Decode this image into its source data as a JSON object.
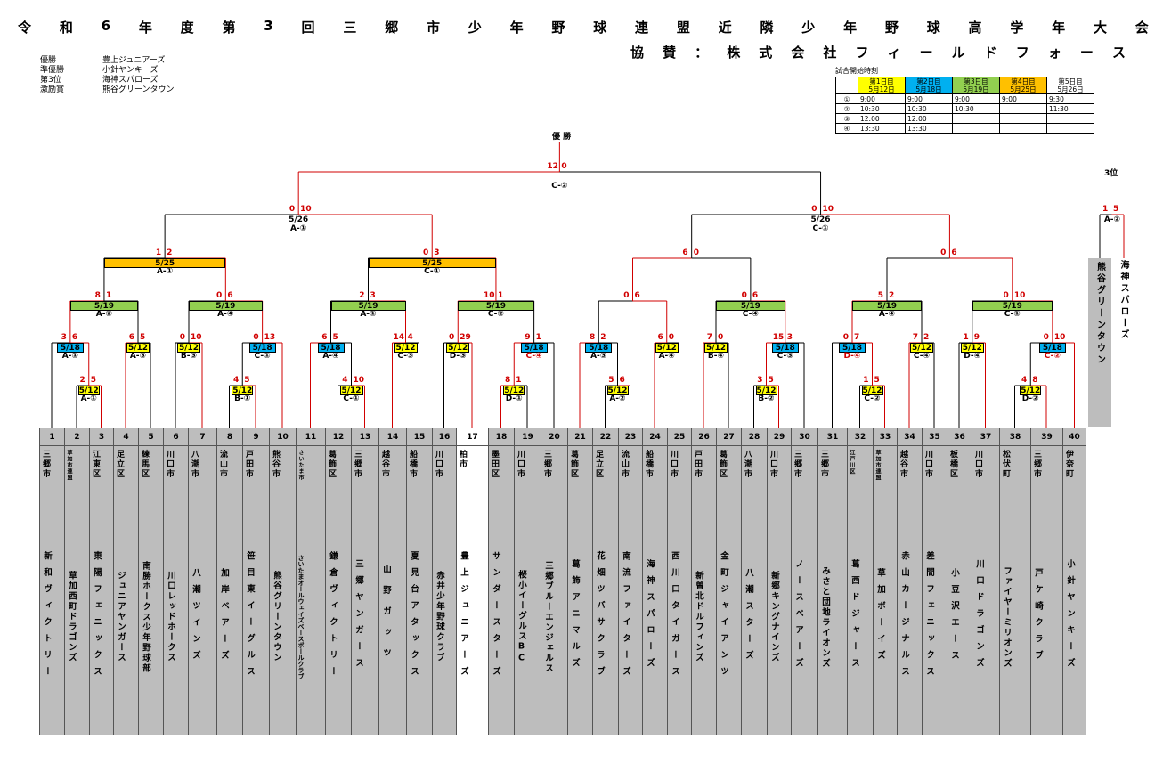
{
  "title": [
    "令",
    "和",
    "6",
    "年",
    "度",
    "第",
    "3",
    "回",
    "三",
    "郷",
    "市",
    "少",
    "年",
    "野",
    "球",
    "連",
    "盟",
    "近",
    "隣",
    "少",
    "年",
    "野",
    "球",
    "高",
    "学",
    "年",
    "大",
    "会"
  ],
  "subtitle": [
    "協",
    "賛",
    "：",
    "株",
    "式",
    "会",
    "社",
    "フ",
    "ィ",
    "ー",
    "ル",
    "ド",
    "フ",
    "ォ",
    "ー",
    "ス"
  ],
  "awards": [
    {
      "label": "優勝",
      "team": "豊上ジュニアーズ"
    },
    {
      "label": "準優勝",
      "team": "小針ヤンキーズ"
    },
    {
      "label": "第3位",
      "team": "海神スパローズ"
    },
    {
      "label": "激励賞",
      "team": "熊谷グリーンタウン"
    }
  ],
  "schedule": {
    "caption": "試合開始時刻",
    "days": [
      {
        "label": "第1日目",
        "date": "5月12日",
        "color": "#ffff00"
      },
      {
        "label": "第2日目",
        "date": "5月18日",
        "color": "#00b0f0"
      },
      {
        "label": "第3日目",
        "date": "5月19日",
        "color": "#92d050"
      },
      {
        "label": "第4日目",
        "date": "5月25日",
        "color": "#ffc000"
      },
      {
        "label": "第5日目",
        "date": "5月26日",
        "color": "#ffffff"
      }
    ],
    "rows": [
      {
        "no": "①",
        "times": [
          "9:00",
          "9:00",
          "9:00",
          "9:00",
          "9:30"
        ]
      },
      {
        "no": "②",
        "times": [
          "10:30",
          "10:30",
          "10:30",
          "",
          "11:30"
        ]
      },
      {
        "no": "③",
        "times": [
          "12:00",
          "12:00",
          "",
          "",
          ""
        ]
      },
      {
        "no": "④",
        "times": [
          "13:30",
          "13:30",
          "",
          "",
          ""
        ]
      }
    ]
  },
  "champion_label": "優 勝",
  "third_label": "3位",
  "third_match": {
    "date": "A-②",
    "s1": "1",
    "s2": "5",
    "left": "熊谷グリーンタウン",
    "right": "海神スパローズ"
  },
  "teams": [
    {
      "no": "1",
      "city": "三郷市",
      "name": "新和ヴィクトリー"
    },
    {
      "no": "2",
      "city": "草加市連盟",
      "name": "草加西町ドラゴンズ"
    },
    {
      "no": "3",
      "city": "江東区",
      "name": "東陽フェニックス"
    },
    {
      "no": "4",
      "city": "足立区",
      "name": "ジュニアヤンガース"
    },
    {
      "no": "5",
      "city": "練馬区",
      "name": "南勝ホークス少年野球部"
    },
    {
      "no": "6",
      "city": "川口市",
      "name": "川口レッドホークス"
    },
    {
      "no": "7",
      "city": "八潮市",
      "name": "八潮ツインズ"
    },
    {
      "no": "8",
      "city": "流山市",
      "name": "加岸ベアーズ"
    },
    {
      "no": "9",
      "city": "戸田市",
      "name": "笹目東イーグルス"
    },
    {
      "no": "10",
      "city": "熊谷市",
      "name": "熊谷グリーンタウン"
    },
    {
      "no": "11",
      "city": "さいたま市",
      "name": "さいたまオールウェイズベースボールクラブ"
    },
    {
      "no": "12",
      "city": "葛飾区",
      "name": "鎌倉ヴィクトリー"
    },
    {
      "no": "13",
      "city": "三郷市",
      "name": "三郷ヤンガース"
    },
    {
      "no": "14",
      "city": "越谷市",
      "name": "山野ガッツ"
    },
    {
      "no": "15",
      "city": "船橋市",
      "name": "夏見台アタックス"
    },
    {
      "no": "16",
      "city": "川口市",
      "name": "赤井少年野球クラブ"
    },
    {
      "no": "17",
      "city": "柏市",
      "name": "豊上ジュニアーズ"
    },
    {
      "no": "18",
      "city": "墨田区",
      "name": "サンダースターズ"
    },
    {
      "no": "19",
      "city": "川口市",
      "name": "桜小イーグルスBC"
    },
    {
      "no": "20",
      "city": "三郷市",
      "name": "三郷ブルーエンジェルス"
    },
    {
      "no": "21",
      "city": "葛飾区",
      "name": "葛飾アニマルズ"
    },
    {
      "no": "22",
      "city": "足立区",
      "name": "花畑ツバサクラブ"
    },
    {
      "no": "23",
      "city": "流山市",
      "name": "南流ファイターズ"
    },
    {
      "no": "24",
      "city": "船橋市",
      "name": "海神スパローズ"
    },
    {
      "no": "25",
      "city": "川口市",
      "name": "西川口タイガース"
    },
    {
      "no": "26",
      "city": "戸田市",
      "name": "新曽北ドルフィンズ"
    },
    {
      "no": "27",
      "city": "葛飾区",
      "name": "金町ジャイアンツ"
    },
    {
      "no": "28",
      "city": "八潮市",
      "name": "八潮スターズ"
    },
    {
      "no": "29",
      "city": "川口市",
      "name": "新郷キングナインズ"
    },
    {
      "no": "30",
      "city": "三郷市",
      "name": "ノースベアーズ"
    },
    {
      "no": "31",
      "city": "三郷市",
      "name": "みさと団地ライオンズ"
    },
    {
      "no": "32",
      "city": "江戸川区",
      "name": "葛西ドジャース"
    },
    {
      "no": "33",
      "city": "草加市連盟",
      "name": "草加ボーイズ"
    },
    {
      "no": "34",
      "city": "越谷市",
      "name": "赤山カージナルス"
    },
    {
      "no": "35",
      "city": "川口市",
      "name": "差間フェニックス"
    },
    {
      "no": "36",
      "city": "板橋区",
      "name": "小豆沢エース"
    },
    {
      "no": "37",
      "city": "川口市",
      "name": "川口ドラゴンズ"
    },
    {
      "no": "38",
      "city": "松伏町",
      "name": "ファイヤーミリオンズ"
    },
    {
      "no": "39",
      "city": "三郷市",
      "name": "戸ケ崎クラブ"
    },
    {
      "no": "40",
      "city": "伊奈町",
      "name": "小針ヤンキーズ"
    }
  ],
  "matches": [
    {
      "id": "r1a",
      "date": "5/12",
      "code": "A-①",
      "s1": "2",
      "s2": "5",
      "color": "#ffff00"
    },
    {
      "id": "r1b",
      "date": "5/12",
      "code": "B-①",
      "s1": "4",
      "s2": "5",
      "color": "#ffff00"
    },
    {
      "id": "r1c",
      "date": "5/12",
      "code": "C-①",
      "s1": "4",
      "s2": "10",
      "color": "#ffff00"
    },
    {
      "id": "r1d",
      "date": "5/12",
      "code": "D-①",
      "s1": "8",
      "s2": "1",
      "color": "#ffff00"
    },
    {
      "id": "r1e",
      "date": "5/12",
      "code": "A-②",
      "s1": "5",
      "s2": "6",
      "color": "#ffff00"
    },
    {
      "id": "r1f",
      "date": "5/12",
      "code": "B-②",
      "s1": "3",
      "s2": "5",
      "color": "#ffff00"
    },
    {
      "id": "r1g",
      "date": "5/12",
      "code": "C-②",
      "s1": "1",
      "s2": "5",
      "color": "#ffff00"
    },
    {
      "id": "r1h",
      "date": "5/12",
      "code": "D-②",
      "s1": "4",
      "s2": "8",
      "color": "#ffff00"
    },
    {
      "id": "r2a",
      "date": "5/18",
      "code": "A-①",
      "s1": "3",
      "s2": "6",
      "color": "#00b0f0"
    },
    {
      "id": "r2b",
      "date": "5/12",
      "code": "A-③",
      "s1": "6",
      "s2": "5",
      "color": "#ffff00"
    },
    {
      "id": "r2c",
      "date": "5/12",
      "code": "B-③",
      "s1": "0",
      "s2": "10",
      "color": "#ffff00"
    },
    {
      "id": "r2d",
      "date": "5/18",
      "code": "C-①",
      "s1": "0",
      "s2": "13",
      "color": "#00b0f0"
    },
    {
      "id": "r2e",
      "date": "5/18",
      "code": "A-④",
      "s1": "6",
      "s2": "5",
      "color": "#00b0f0"
    },
    {
      "id": "r2f",
      "date": "5/12",
      "code": "C-③",
      "s1": "14",
      "s2": "4",
      "color": "#ffff00"
    },
    {
      "id": "r2g",
      "date": "5/12",
      "code": "D-③",
      "s1": "0",
      "s2": "29",
      "color": "#ffff00"
    },
    {
      "id": "r2h",
      "date": "5/18",
      "code": "C-④",
      "s1": "9",
      "s2": "1",
      "color": "#00b0f0",
      "red": true
    },
    {
      "id": "r2i",
      "date": "5/18",
      "code": "A-③",
      "s1": "8",
      "s2": "2",
      "color": "#00b0f0"
    },
    {
      "id": "r2j",
      "date": "5/12",
      "code": "A-④",
      "s1": "6",
      "s2": "0",
      "color": "#ffff00"
    },
    {
      "id": "r2k",
      "date": "5/12",
      "code": "B-④",
      "s1": "7",
      "s2": "0",
      "color": "#ffff00"
    },
    {
      "id": "r2l",
      "date": "5/18",
      "code": "C-③",
      "s1": "15",
      "s2": "3",
      "color": "#00b0f0"
    },
    {
      "id": "r2m",
      "date": "5/18",
      "code": "D-④",
      "s1": "0",
      "s2": "7",
      "color": "#00b0f0",
      "red": true
    },
    {
      "id": "r2n",
      "date": "5/12",
      "code": "C-④",
      "s1": "7",
      "s2": "2",
      "color": "#ffff00"
    },
    {
      "id": "r2o",
      "date": "5/12",
      "code": "D-④",
      "s1": "1",
      "s2": "9",
      "color": "#ffff00"
    },
    {
      "id": "r2p",
      "date": "5/18",
      "code": "C-②",
      "s1": "0",
      "s2": "10",
      "color": "#00b0f0",
      "red": true
    },
    {
      "id": "r3a",
      "date": "5/19",
      "code": "A-②",
      "s1": "8",
      "s2": "1",
      "color": "#92d050"
    },
    {
      "id": "r3b",
      "date": "5/19",
      "code": "A-④",
      "s1": "0",
      "s2": "6",
      "color": "#92d050"
    },
    {
      "id": "r3c",
      "date": "5/19",
      "code": "A-①",
      "s1": "2",
      "s2": "3",
      "color": "#92d050"
    },
    {
      "id": "r3d",
      "date": "5/19",
      "code": "C-②",
      "s1": "10",
      "s2": "1",
      "color": "#92d050"
    },
    {
      "id": "r3e",
      "date": "",
      "code": "",
      "s1": "0",
      "s2": "6",
      "color": ""
    },
    {
      "id": "r3f",
      "date": "5/19",
      "code": "C-④",
      "s1": "0",
      "s2": "6",
      "color": "#92d050"
    },
    {
      "id": "r3g",
      "date": "5/19",
      "code": "A-④",
      "s1": "5",
      "s2": "2",
      "color": "#92d050"
    },
    {
      "id": "r3h",
      "date": "5/19",
      "code": "C-①",
      "s1": "0",
      "s2": "10",
      "color": "#92d050"
    },
    {
      "id": "r4a",
      "date": "5/25",
      "code": "A-①",
      "s1": "1",
      "s2": "2",
      "color": "#ffc000"
    },
    {
      "id": "r4b",
      "date": "5/25",
      "code": "C-①",
      "s1": "0",
      "s2": "3",
      "color": "#ffc000"
    },
    {
      "id": "r4c",
      "date": "",
      "code": "",
      "s1": "6",
      "s2": "0",
      "color": ""
    },
    {
      "id": "r4d",
      "date": "",
      "code": "",
      "s1": "0",
      "s2": "6",
      "color": ""
    },
    {
      "id": "r5a",
      "date": "5/26",
      "code": "A-①",
      "s1": "0",
      "s2": "10",
      "color": ""
    },
    {
      "id": "r5b",
      "date": "5/26",
      "code": "C-①",
      "s1": "0",
      "s2": "10",
      "color": ""
    },
    {
      "id": "fin",
      "date": "",
      "code": "C-②",
      "s1": "12",
      "s2": "0",
      "color": ""
    }
  ]
}
